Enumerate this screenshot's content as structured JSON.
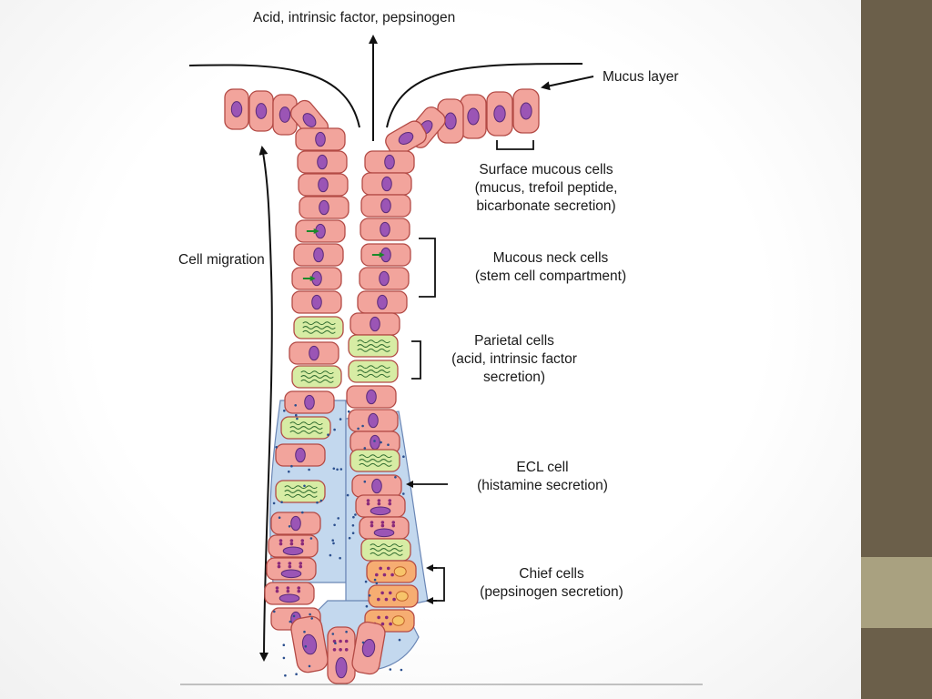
{
  "colors": {
    "background": "#ffffff",
    "sidebar_dark": "#6b5f4a",
    "sidebar_light": "#a9a180",
    "cell_pink": "#f2a49c",
    "cell_outline": "#b34a45",
    "nucleus_purple": "#9b55b5",
    "parietal_green": "#d7eca4",
    "chief_orange": "#f6ad72",
    "ecl_blue": "#c3d8ee"
  },
  "labels": {
    "secretion": "Acid, intrinsic factor, pepsinogen",
    "mucus_layer": "Mucus layer",
    "cell_migration": "Cell migration",
    "surface_mucous": [
      "Surface mucous cells",
      "(mucus, trefoil peptide,",
      "bicarbonate secretion)"
    ],
    "mucous_neck": [
      "Mucous neck cells",
      "(stem cell compartment)"
    ],
    "parietal": [
      "Parietal cells",
      "(acid, intrinsic factor",
      "secretion)"
    ],
    "ecl": [
      "ECL cell",
      "(histamine secretion)"
    ],
    "chief": [
      "Chief cells",
      "(pepsinogen secretion)"
    ]
  }
}
